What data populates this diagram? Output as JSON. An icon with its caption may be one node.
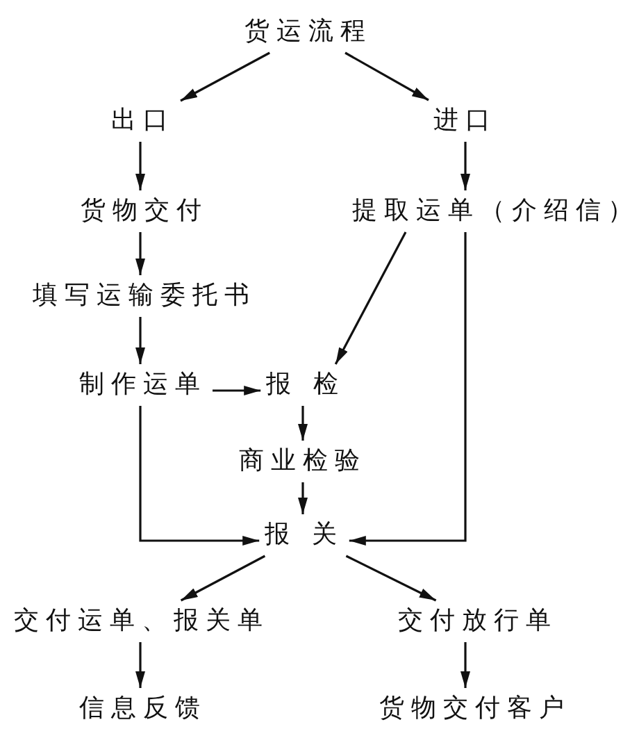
{
  "diagram": {
    "nodes": [
      {
        "text": [
          "货运流程"
        ]
      },
      {
        "text": [
          "出口"
        ]
      },
      {
        "text": [
          "进口"
        ]
      },
      {
        "text": [
          "货物交付"
        ]
      },
      {
        "text": [
          "提取运单（介绍信）"
        ]
      },
      {
        "text": [
          "填写运输委托书"
        ]
      },
      {
        "text": [
          "制作运单"
        ]
      },
      {
        "text": [
          "报 检"
        ]
      },
      {
        "text": [
          "商业检验"
        ]
      },
      {
        "text": [
          "报 关"
        ]
      },
      {
        "text": [
          "交付运单、报关单"
        ]
      },
      {
        "text": [
          "交付放行单"
        ]
      },
      {
        "text": [
          "信息反馈"
        ]
      },
      {
        "text": [
          "货物交付客户"
        ]
      }
    ],
    "edges": [
      {
        "from": 0,
        "to": 1,
        "arrow": "to"
      },
      {
        "from": 0,
        "to": 2,
        "arrow": "to"
      },
      {
        "from": 1,
        "to": 3,
        "arrow": "to"
      },
      {
        "from": 2,
        "to": 4,
        "arrow": "to"
      },
      {
        "from": 3,
        "to": 5,
        "arrow": "to"
      },
      {
        "from": 5,
        "to": 6,
        "arrow": "to"
      },
      {
        "from": 6,
        "to": 7,
        "arrow": "to"
      },
      {
        "from": 4,
        "to": 7,
        "arrow": "to"
      },
      {
        "from": 7,
        "to": 8,
        "arrow": "to"
      },
      {
        "from": 8,
        "to": 9,
        "arrow": "to"
      },
      {
        "from": 6,
        "to": 9,
        "arrow": "to"
      },
      {
        "from": 4,
        "to": 9,
        "arrow": "to"
      },
      {
        "from": 9,
        "to": 10,
        "arrow": "to"
      },
      {
        "from": 9,
        "to": 11,
        "arrow": "to"
      },
      {
        "from": 10,
        "to": 12,
        "arrow": "to"
      },
      {
        "from": 11,
        "to": 13,
        "arrow": "to"
      }
    ]
  }
}
